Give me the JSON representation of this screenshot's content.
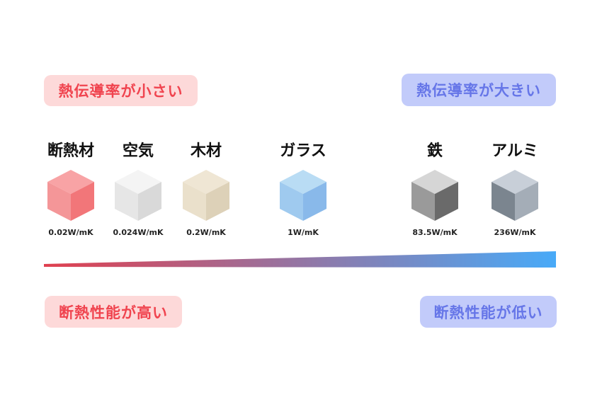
{
  "top_left_badge": "熱伝導率が小さい",
  "top_right_badge": "熱伝導率が大きい",
  "bottom_left_badge": "断熱性能が高い",
  "bottom_right_badge": "断熱性能が低い",
  "materials": [
    {
      "name": "断熱材",
      "value": "0.02W/mK",
      "colors": {
        "top": "#f8a3a5",
        "left": "#f49698",
        "right": "#f27679"
      }
    },
    {
      "name": "空気",
      "value": "0.024W/mK",
      "colors": {
        "top": "#f4f4f4",
        "left": "#e6e6e6",
        "right": "#d9d9d9"
      }
    },
    {
      "name": "木材",
      "value": "0.2W/mK",
      "colors": {
        "top": "#efe6d4",
        "left": "#eae0cb",
        "right": "#ddd1b8"
      }
    },
    {
      "name": "ガラス",
      "value": "1W/mK",
      "colors": {
        "top": "#b9dcf4",
        "left": "#9fcaef",
        "right": "#89b9ea"
      }
    },
    {
      "name": "鉄",
      "value": "83.5W/mK",
      "colors": {
        "top": "#d6d6d6",
        "left": "#9a9a9a",
        "right": "#6a6a6a"
      }
    },
    {
      "name": "アルミ",
      "value": "236W/mK",
      "colors": {
        "top": "#c8cfd8",
        "left": "#7b858f",
        "right": "#a4adb7"
      }
    }
  ],
  "gradient": {
    "start": "#e0404f",
    "end": "#48aaf8"
  }
}
